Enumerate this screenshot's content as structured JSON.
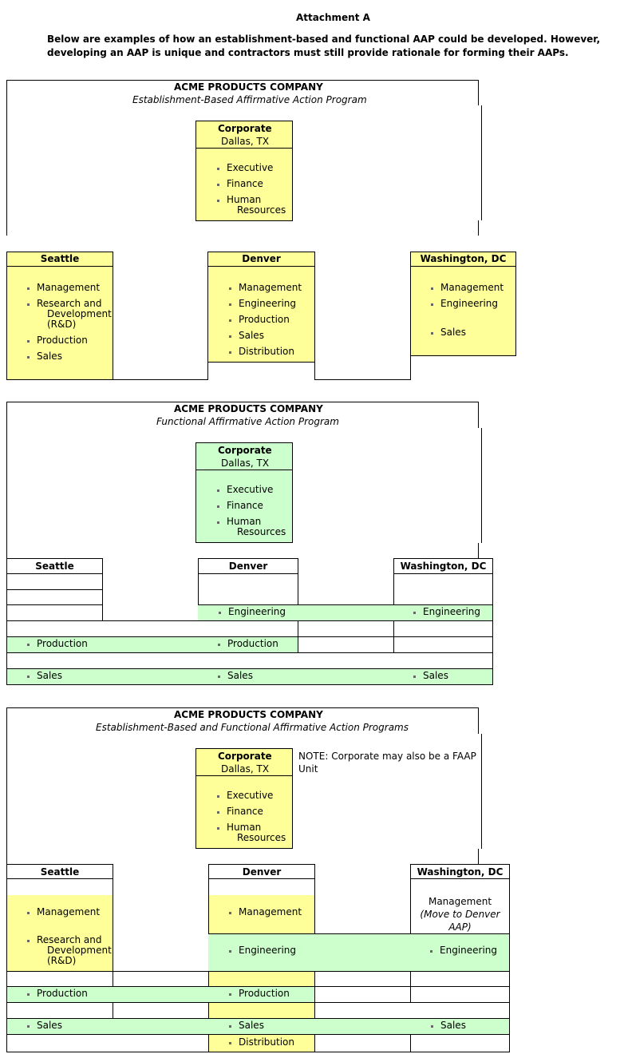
{
  "page": {
    "title": "Attachment A",
    "intro_line1": "Below are examples of how an establishment-based and functional AAP could be developed. However,",
    "intro_line2": "developing an AAP is unique and contractors must still provide rationale for forming their AAPs."
  },
  "company": "ACME PRODUCTS COMPANY",
  "corporate": {
    "title": "Corporate",
    "location": "Dallas, TX",
    "items": [
      "Executive",
      "Finance",
      "Human",
      "Resources"
    ]
  },
  "chart1": {
    "subtitle": "Establishment-Based Affirmative Action Program",
    "seattle": {
      "title": "Seattle",
      "items": [
        "Management",
        "Research and",
        "Development",
        "(R&D)",
        "Production",
        "Sales"
      ]
    },
    "denver": {
      "title": "Denver",
      "items": [
        "Management",
        "Engineering",
        "Production",
        "Sales",
        "Distribution"
      ]
    },
    "washington": {
      "title": "Washington, DC",
      "items": [
        "Management",
        "Engineering",
        "Sales"
      ]
    }
  },
  "chart2": {
    "subtitle": "Functional Affirmative Action Program",
    "seattle": "Seattle",
    "denver": "Denver",
    "washington": "Washington, DC",
    "engineering": "Engineering",
    "production": "Production",
    "sales": "Sales"
  },
  "chart3": {
    "subtitle": "Establishment-Based and Functional Affirmative Action Programs",
    "note_line1": "NOTE: Corporate may also be a FAAP",
    "note_line2": "Unit",
    "seattle": "Seattle",
    "denver": "Denver",
    "washington": "Washington, DC",
    "management": "Management",
    "rd_line1": "Research and",
    "rd_line2": "Development",
    "rd_line3": "(R&D)",
    "wash_mgmt_line1": "Management",
    "wash_mgmt_line2": "(Move to Denver",
    "wash_mgmt_line3": "AAP)",
    "engineering": "Engineering",
    "production": "Production",
    "sales": "Sales",
    "distribution": "Distribution"
  }
}
